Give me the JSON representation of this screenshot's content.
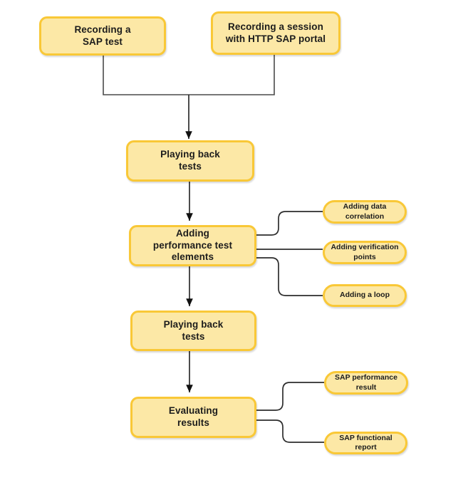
{
  "colors": {
    "background": "#FFFFFF",
    "node_fill": "#FCE8A6",
    "node_border": "#F9C837",
    "text": "#1C1C1C",
    "connector": "#2D2D2D"
  },
  "nodes": {
    "recording_sap_test": {
      "label": "Recording a\nSAP test",
      "shape": "rounded-rectangle"
    },
    "recording_http_sap_portal": {
      "label": "Recording a session\nwith HTTP SAP portal",
      "shape": "rounded-rectangle"
    },
    "playing_back_tests_1": {
      "label": "Playing back\ntests",
      "shape": "rounded-rectangle"
    },
    "adding_performance_test_elements": {
      "label": "Adding\nperformance test\nelements",
      "shape": "rounded-rectangle"
    },
    "adding_data_correlation": {
      "label": "Adding data\ncorrelation",
      "shape": "oval"
    },
    "adding_verification_points": {
      "label": "Adding verification\npoints",
      "shape": "oval"
    },
    "adding_a_loop": {
      "label": "Adding a loop",
      "shape": "oval"
    },
    "playing_back_tests_2": {
      "label": "Playing back\ntests",
      "shape": "rounded-rectangle"
    },
    "evaluating_results": {
      "label": "Evaluating\nresults",
      "shape": "rounded-rectangle"
    },
    "sap_performance_result": {
      "label": "SAP performance\nresult",
      "shape": "oval"
    },
    "sap_functional_report": {
      "label": "SAP functional\nreport",
      "shape": "oval"
    }
  },
  "edges": [
    {
      "from": "recording_sap_test",
      "to": "playing_back_tests_1",
      "type": "arrow"
    },
    {
      "from": "recording_http_sap_portal",
      "to": "playing_back_tests_1",
      "type": "arrow"
    },
    {
      "from": "playing_back_tests_1",
      "to": "adding_performance_test_elements",
      "type": "arrow"
    },
    {
      "from": "adding_performance_test_elements",
      "to": "adding_data_correlation",
      "type": "link"
    },
    {
      "from": "adding_performance_test_elements",
      "to": "adding_verification_points",
      "type": "link"
    },
    {
      "from": "adding_performance_test_elements",
      "to": "adding_a_loop",
      "type": "link"
    },
    {
      "from": "adding_performance_test_elements",
      "to": "playing_back_tests_2",
      "type": "arrow"
    },
    {
      "from": "playing_back_tests_2",
      "to": "evaluating_results",
      "type": "arrow"
    },
    {
      "from": "evaluating_results",
      "to": "sap_performance_result",
      "type": "link"
    },
    {
      "from": "evaluating_results",
      "to": "sap_functional_report",
      "type": "link"
    }
  ]
}
